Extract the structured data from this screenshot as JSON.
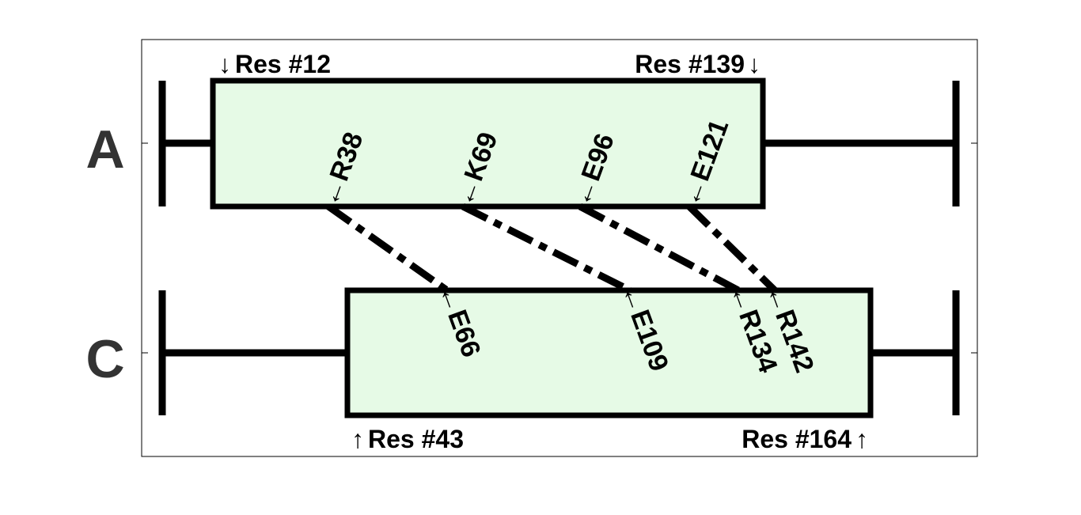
{
  "chains": [
    {
      "label": "A",
      "start_label": "Res #12",
      "start_arrow": "↓",
      "end_label": "Res #139",
      "end_arrow": "↓",
      "sites": [
        "R38",
        "K69",
        "E96",
        "E121"
      ]
    },
    {
      "label": "C",
      "start_label": "Res #43",
      "start_arrow": "↑",
      "end_label": "Res #164",
      "end_arrow": "↑",
      "sites": [
        "E66",
        "E109",
        "R134",
        "R142"
      ]
    }
  ],
  "crosslinks": [
    {
      "from": "R38",
      "to": "E66"
    },
    {
      "from": "K69",
      "to": "E109"
    },
    {
      "from": "E96",
      "to": "R134"
    },
    {
      "from": "E121",
      "to": "R142"
    }
  ],
  "colors": {
    "domain_fill": "#e6fae6",
    "line": "#000000",
    "frame": "#000000"
  }
}
